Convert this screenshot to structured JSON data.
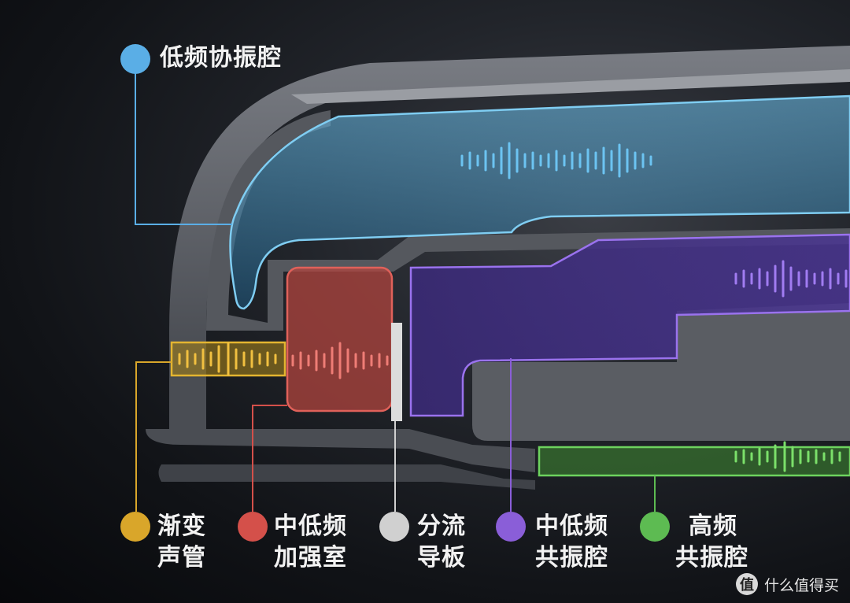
{
  "labels": {
    "low_freq": "低频协振腔",
    "horn_line1": "渐变",
    "horn_line2": "声管",
    "midlow_boost_line1": "中低频",
    "midlow_boost_line2": "加强室",
    "divider_line1": "分流",
    "divider_line2": "导板",
    "midlow_res_line1": "中低频",
    "midlow_res_line2": "共振腔",
    "high_line1": "高频",
    "high_line2": "共振腔"
  },
  "colors": {
    "blue": "#5aaee6",
    "yellow": "#d9a62a",
    "red": "#d4504a",
    "white": "#d0d0d0",
    "purple": "#8a5ed8",
    "green": "#5dbb52"
  },
  "watermark": {
    "icon": "值",
    "text": "什么值得买"
  }
}
